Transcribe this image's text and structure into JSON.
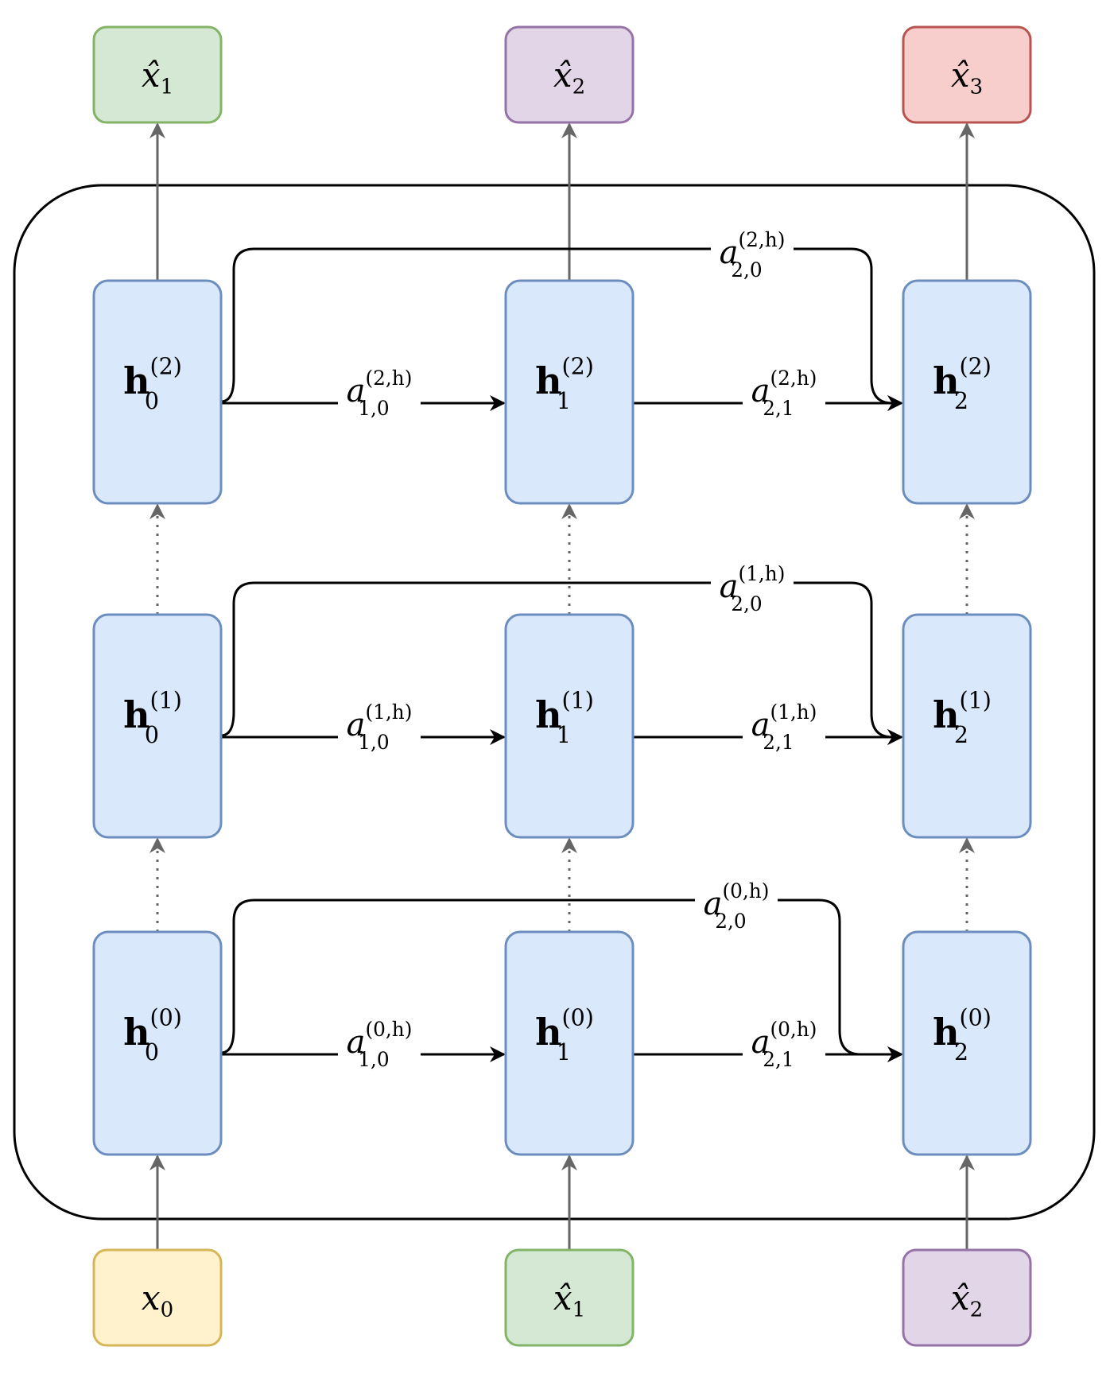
{
  "colors": {
    "hidden_fill": "#dae8fc",
    "hidden_stroke": "#6c8ebf",
    "green_fill": "#d5e8d4",
    "green_stroke": "#82b366",
    "purple_fill": "#e1d5e7",
    "purple_stroke": "#9673a6",
    "red_fill": "#f8cecc",
    "red_stroke": "#b85450",
    "yellow_fill": "#fff2cc",
    "yellow_stroke": "#d6b656",
    "gray_arrow": "#666666",
    "black_arrow": "#000000",
    "faded_text": "#b3b3b3"
  },
  "outputs": [
    {
      "base": "x̂",
      "sub": "1",
      "color": "green"
    },
    {
      "base": "x̂",
      "sub": "2",
      "color": "purple"
    },
    {
      "base": "x̂",
      "sub": "3",
      "color": "red"
    }
  ],
  "inputs": [
    {
      "base": "x",
      "sub": "0",
      "color": "yellow",
      "faded": true
    },
    {
      "base": "x̂",
      "sub": "1",
      "color": "green",
      "faded": false
    },
    {
      "base": "x̂",
      "sub": "2",
      "color": "purple",
      "faded": false
    }
  ],
  "layers": [
    {
      "layer": "2",
      "nodes": [
        {
          "base": "h",
          "sub": "0",
          "sup": "(2)"
        },
        {
          "base": "h",
          "sub": "1",
          "sup": "(2)"
        },
        {
          "base": "h",
          "sub": "2",
          "sup": "(2)"
        }
      ],
      "edges": {
        "a10": {
          "base": "a",
          "sub": "1,0",
          "sup": "(2,h)"
        },
        "a21": {
          "base": "a",
          "sub": "2,1",
          "sup": "(2,h)"
        },
        "a20": {
          "base": "a",
          "sub": "2,0",
          "sup": "(2,h)"
        }
      }
    },
    {
      "layer": "1",
      "nodes": [
        {
          "base": "h",
          "sub": "0",
          "sup": "(1)"
        },
        {
          "base": "h",
          "sub": "1",
          "sup": "(1)"
        },
        {
          "base": "h",
          "sub": "2",
          "sup": "(1)"
        }
      ],
      "edges": {
        "a10": {
          "base": "a",
          "sub": "1,0",
          "sup": "(1,h)"
        },
        "a21": {
          "base": "a",
          "sub": "2,1",
          "sup": "(1,h)"
        },
        "a20": {
          "base": "a",
          "sub": "2,0",
          "sup": "(1,h)"
        }
      }
    },
    {
      "layer": "0",
      "nodes": [
        {
          "base": "h",
          "sub": "0",
          "sup": "(0)"
        },
        {
          "base": "h",
          "sub": "1",
          "sup": "(0)"
        },
        {
          "base": "h",
          "sub": "2",
          "sup": "(0)"
        }
      ],
      "edges": {
        "a10": {
          "base": "a",
          "sub": "1,0",
          "sup": "(0,h)"
        },
        "a21": {
          "base": "a",
          "sub": "2,1",
          "sup": "(0,h)"
        },
        "a20": {
          "base": "a",
          "sub": "2,0",
          "sup": "(0,h)"
        }
      }
    }
  ]
}
